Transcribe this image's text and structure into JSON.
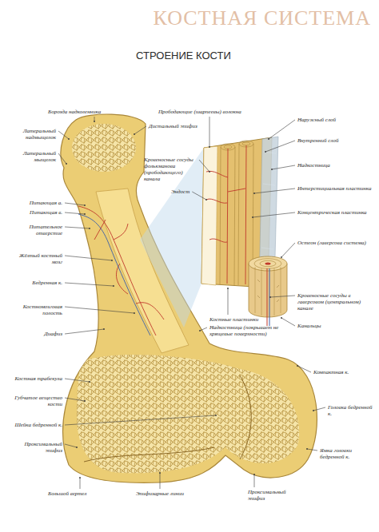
{
  "diagram": {
    "title": "КОСТНАЯ СИСТЕМА",
    "labels": [
      "СТРОЕНИЕ КОСТИ",
      "Борозда надколенника",
      "Прободающие (шарпеевы) волокна",
      "Наружный слой",
      "Дистальный эпифиз",
      "Латеральный надмыщелок",
      "Латеральный мыщелок",
      "Внутренний слой",
      "Кровеносные сосуды фолькманова (прободающего) канала",
      "Надкостница",
      "Интерстициальная пластинка",
      "Эндост",
      "Питающая а.",
      "Питающая в.",
      "Концентрическая пластинка",
      "Питательное отверстие",
      "Остеон (гаверсова система)",
      "Жёлтый костный мозг",
      "Бедренная к.",
      "Кровеносные сосуды в гаверсовом (центральном) канале",
      "Костномозговая полость",
      "Канальцы",
      "Костные пластинки",
      "Диафиз",
      "Надкостница (покрывает не хрящевые поверхности)",
      "Компактная к.",
      "Костная трабекула",
      "Губчатое вещество кости",
      "Головка бедренной к.",
      "Шейка бедренной к.",
      "Проксимальный эпифиз",
      "Ямка головки бедренной к.",
      "Большой вертел",
      "Эпифизарные линии",
      "Проксимальный эпифиз"
    ]
  }
}
